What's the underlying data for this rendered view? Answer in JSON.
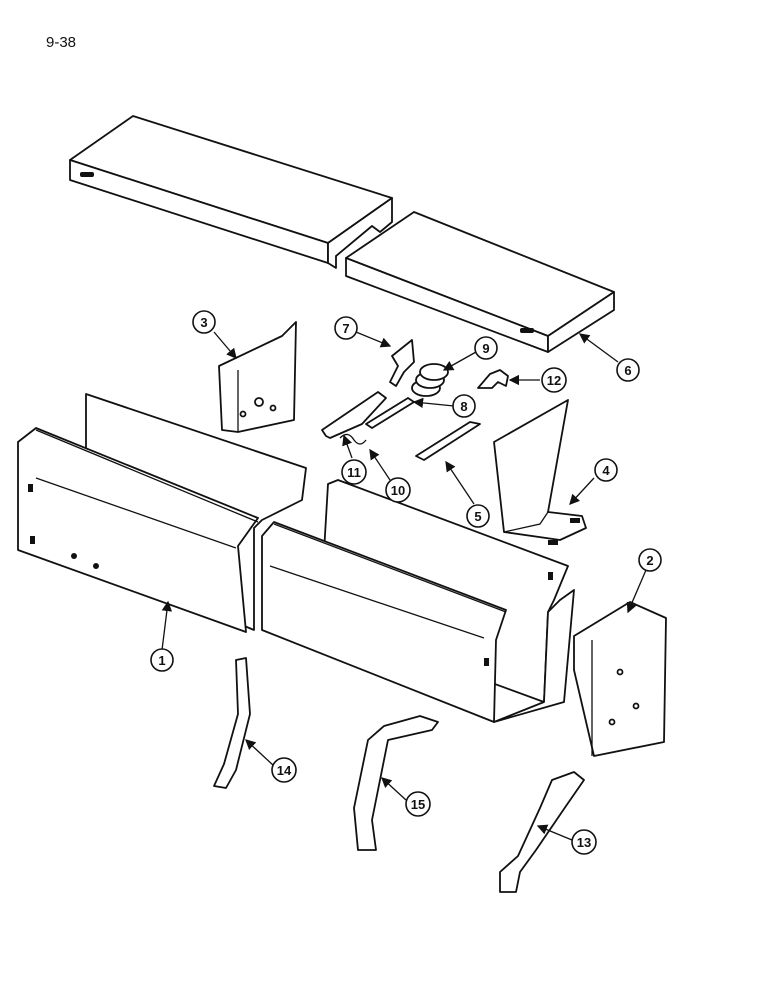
{
  "page": {
    "number": "9-38"
  },
  "callouts": [
    {
      "label": "1"
    },
    {
      "label": "2"
    },
    {
      "label": "3"
    },
    {
      "label": "4"
    },
    {
      "label": "5"
    },
    {
      "label": "6"
    },
    {
      "label": "7"
    },
    {
      "label": "8"
    },
    {
      "label": "9"
    },
    {
      "label": "10"
    },
    {
      "label": "11"
    },
    {
      "label": "12"
    },
    {
      "label": "13"
    },
    {
      "label": "14"
    },
    {
      "label": "15"
    }
  ],
  "colors": {
    "line": "#111111",
    "paper": "#ffffff"
  }
}
